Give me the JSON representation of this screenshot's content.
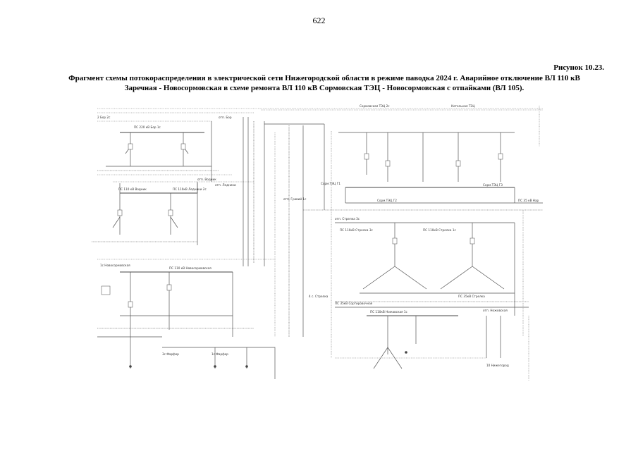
{
  "page": {
    "number": "622",
    "figure_label": "Рисунок 10.23.",
    "caption_lines": [
      "Фрагмент схемы потокораспределения в электрической сети Нижегородской области в режиме паводка 2024 г. Аварийное отключение ВЛ 110 кВ",
      "Заречная - Новосормовская в схеме ремонта ВЛ 110 кВ Сормовская ТЭЦ - Новосормовская с отпайками (ВЛ 105)."
    ]
  },
  "scheme": {
    "substations": [
      {
        "id": "bor",
        "label": "ПС 220 кВ Бор 1с"
      },
      {
        "id": "bor2",
        "label": "2 Бор 2с"
      },
      {
        "id": "vydn",
        "label": "ПС 110 кВ Водник"
      },
      {
        "id": "ledn",
        "label": "ПС 110кВ Ледники 2с"
      },
      {
        "id": "strelka1",
        "label": "ПС 110кВ Стрелка 3с"
      },
      {
        "id": "strelka2",
        "label": "ПС 110кВ Стрелка 1с"
      },
      {
        "id": "novosorm",
        "label": "1с Новосормовская"
      },
      {
        "id": "novosorm2",
        "label": "ПС 110 кВ Новосормовская"
      },
      {
        "id": "sormtec",
        "label": "Сормовская ТЭЦ 2с"
      },
      {
        "id": "kotl",
        "label": "Котельная ТЭЦ"
      },
      {
        "id": "ozernaya",
        "label": "ПС 110кВ Ножовская 1с"
      },
      {
        "id": "nizh",
        "label": "10 Нижегород"
      }
    ],
    "line_labels": [
      "отп. Бор",
      "отп. Водник",
      "отп. Ледники",
      "Сорм.ТЭЦ Г1",
      "Сорм.ТЭЦ Г2",
      "Сорм.ТЭЦ Г3",
      "отп. Гравий 1с",
      "отп. Стрелка 3с",
      "ПС 35 кВ Нар",
      "4 с. Стрелка",
      "ПС 35кВ Стрелка",
      "отп. Ножовская",
      "3с Фарфор",
      "1с Фарфор",
      "ПС 35кВ Сортировочная"
    ]
  }
}
